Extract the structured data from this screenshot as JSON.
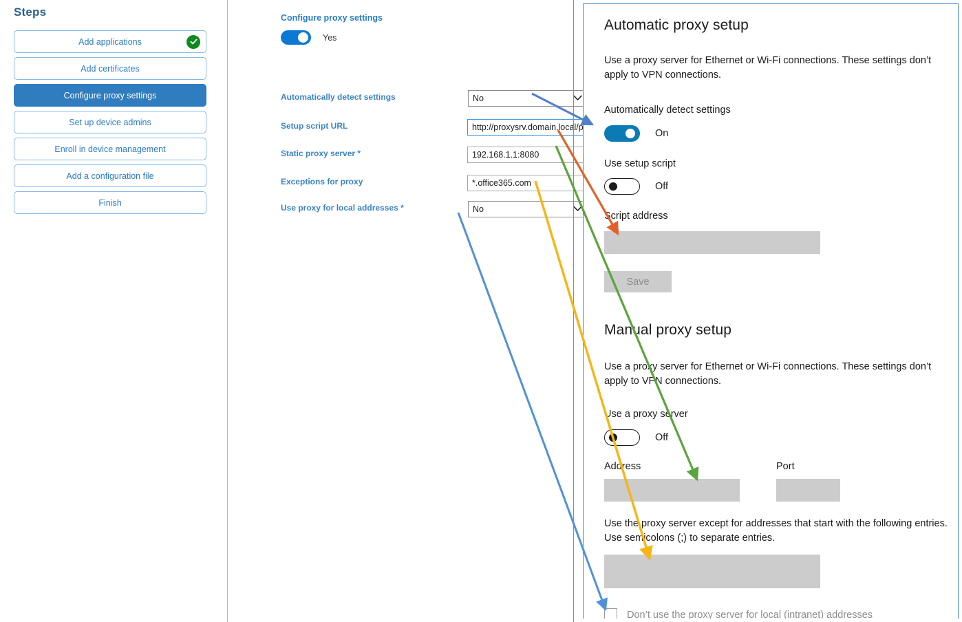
{
  "steps": {
    "title": "Steps",
    "items": [
      {
        "label": "Add applications",
        "state": "complete",
        "selected": false
      },
      {
        "label": "Add certificates",
        "state": "normal",
        "selected": false
      },
      {
        "label": "Configure proxy settings",
        "state": "normal",
        "selected": true
      },
      {
        "label": "Set up device admins",
        "state": "normal",
        "selected": false
      },
      {
        "label": "Enroll in device management",
        "state": "normal",
        "selected": false
      },
      {
        "label": "Add a configuration file",
        "state": "normal",
        "selected": false
      },
      {
        "label": "Finish",
        "state": "normal",
        "selected": false
      }
    ]
  },
  "form": {
    "heading": "Configure proxy settings",
    "master_toggle": {
      "state": "Yes",
      "on": true
    },
    "fields": [
      {
        "label": "Automatically detect settings",
        "required": false,
        "type": "select",
        "value": "No"
      },
      {
        "label": "Setup script URL",
        "required": false,
        "type": "text",
        "value": "http://proxysrv.domain.local/proxy.pa",
        "focused": true
      },
      {
        "label": "Static proxy server",
        "required": true,
        "type": "text",
        "value": "192.168.1.1:8080",
        "focused": false
      },
      {
        "label": "Exceptions for proxy",
        "required": false,
        "type": "text",
        "value": "*.office365.com",
        "focused": false
      },
      {
        "label": "Use proxy for local addresses",
        "required": true,
        "type": "select",
        "value": "No"
      }
    ]
  },
  "windows_settings": {
    "automatic": {
      "heading": "Automatic proxy setup",
      "description": "Use a proxy server for Ethernet or Wi-Fi connections. These settings don’t apply to VPN connections.",
      "detect_label": "Automatically detect settings",
      "detect_state": "On",
      "script_toggle_label": "Use setup script",
      "script_toggle_state": "Off",
      "script_address_label": "Script address",
      "script_address_value": "",
      "save_label": "Save"
    },
    "manual": {
      "heading": "Manual proxy setup",
      "description": "Use a proxy server for Ethernet or Wi-Fi connections. These settings don’t apply to VPN connections.",
      "use_proxy_label": "Use a proxy server",
      "use_proxy_state": "Off",
      "address_label": "Address",
      "address_value": "",
      "port_label": "Port",
      "port_value": "",
      "exceptions_description": "Use the proxy server except for addresses that start with the following entries. Use semicolons (;) to separate entries.",
      "exceptions_value": "",
      "local_checkbox_label": "Don’t use the proxy server for local (intranet) addresses",
      "local_checkbox_checked": false
    }
  },
  "connectors": [
    {
      "name": "detect-settings-to-on-toggle",
      "color": "#4f81c7"
    },
    {
      "name": "setup-script-url-to-script-address",
      "color": "#e0622a"
    },
    {
      "name": "static-proxy-server-to-address",
      "color": "#5ba53c"
    },
    {
      "name": "exceptions-to-exceptions-box",
      "color": "#f5b517"
    },
    {
      "name": "local-addresses-to-checkbox",
      "color": "#5191d6"
    }
  ],
  "colors": {
    "accent_blue": "#2f7cbe",
    "link_blue": "#2c7cc4",
    "toggle_on": "#0c7ad4",
    "win_toggle_on": "#0c7ab5",
    "check_green": "#0f8a1e",
    "box_gray": "#cccccc"
  }
}
